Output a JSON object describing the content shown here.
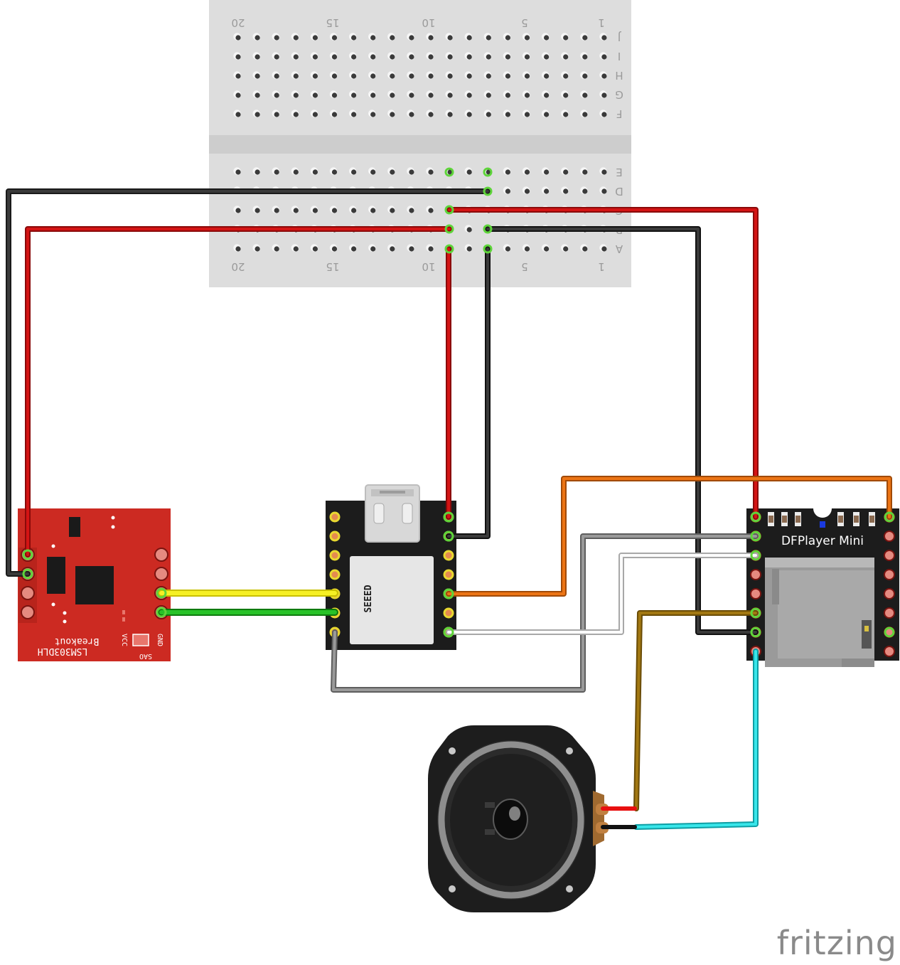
{
  "breadboard": {
    "col_numbers": [
      "20",
      "15",
      "10",
      "5",
      "1"
    ],
    "row_labels_top": [
      "J",
      "I",
      "H",
      "G",
      "F"
    ],
    "row_labels_bottom": [
      "E",
      "D",
      "C",
      "B",
      "A"
    ]
  },
  "lsm_board": {
    "name_line1": "LSM303DLH",
    "name_line2": "Breakout",
    "pin_vcc": "VCC",
    "pin_gnd": "GND",
    "pin_sao": "SAO"
  },
  "seeed_board": {
    "label": "SEEED"
  },
  "dfplayer": {
    "label": "DFPlayer Mini"
  },
  "brand": {
    "logo": "fritzing"
  },
  "colors": {
    "wire_red": "#cc1414",
    "wire_black": "#2a2a2a",
    "wire_yellow": "#f2ea1a",
    "wire_green": "#22b022",
    "wire_orange": "#e06a10",
    "wire_gray": "#8a8a8a",
    "wire_white": "#f4f4f4",
    "wire_brown": "#9a7010",
    "wire_cyan": "#22d0d6",
    "lsm_red": "#cc2a22",
    "pcb_black": "#1c1c1c",
    "breadboard": "#dddddd"
  }
}
